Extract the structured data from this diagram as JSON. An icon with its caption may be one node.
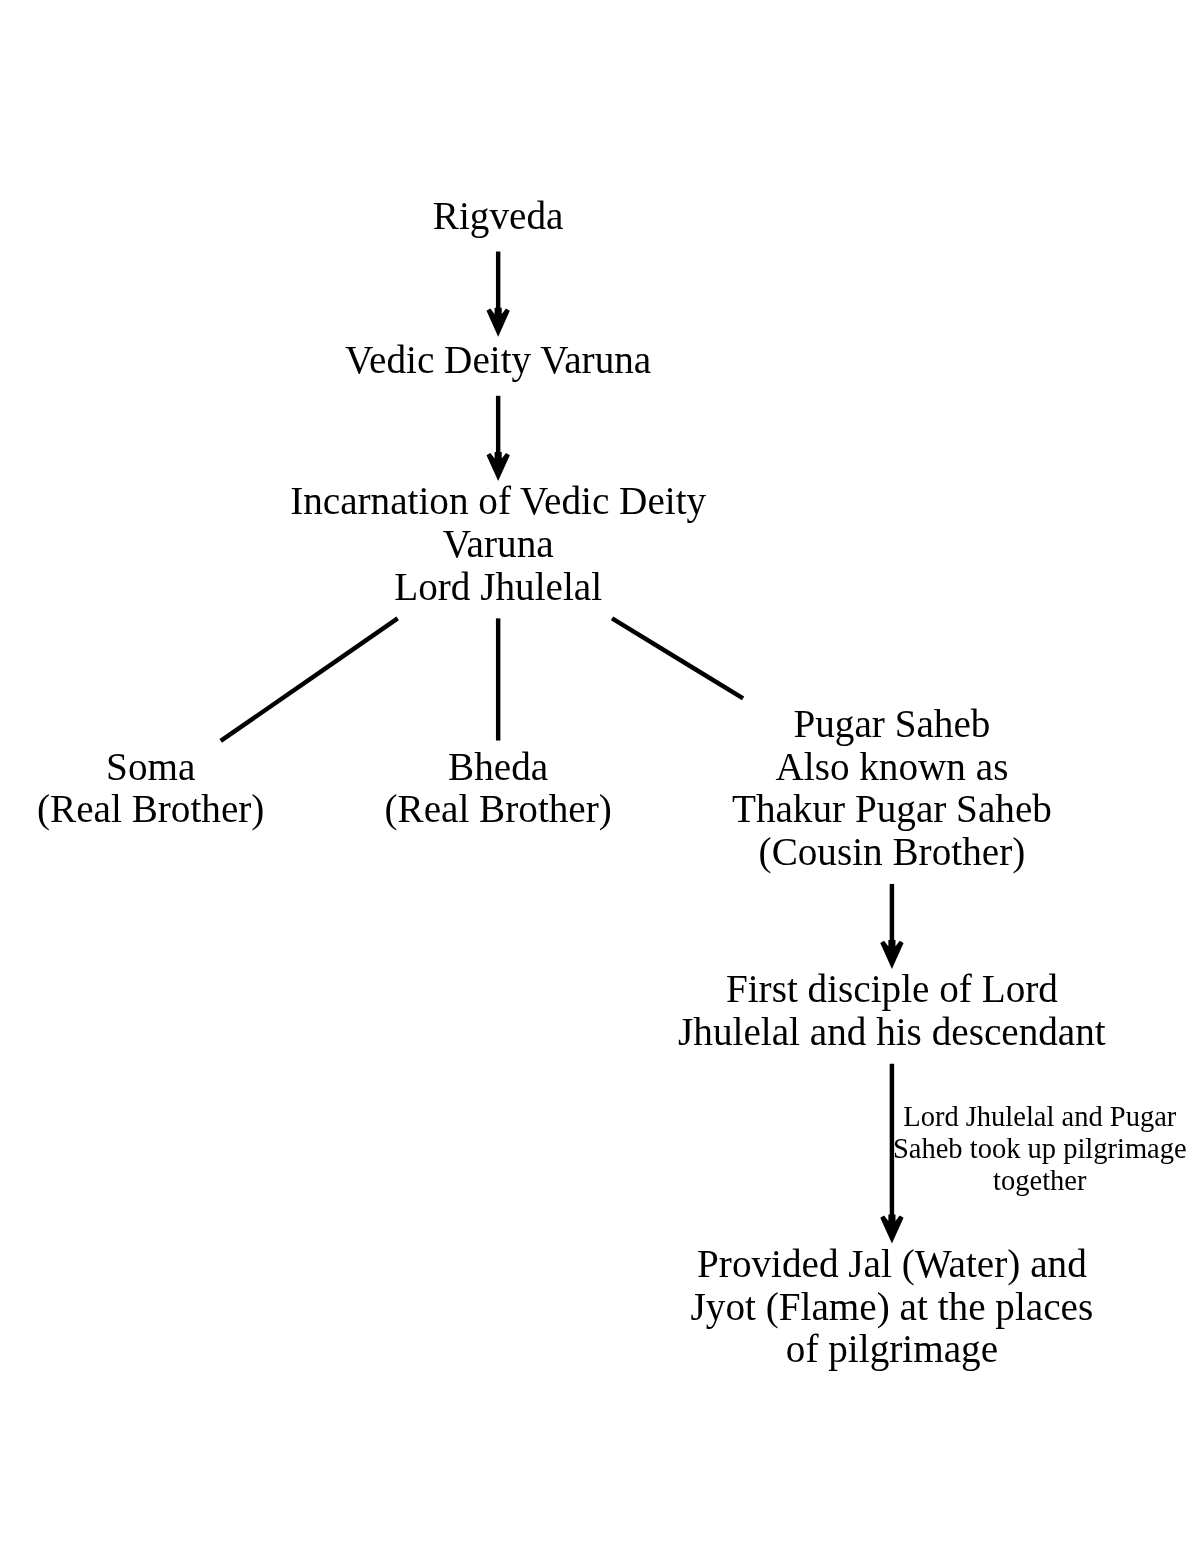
{
  "diagram": {
    "nodes": [
      {
        "text": [
          "Rigveda"
        ]
      },
      {
        "text": [
          "Vedic Deity Varuna"
        ]
      },
      {
        "text": [
          "Incarnation of Vedic Deity Varuna",
          "Lord Jhulelal"
        ]
      },
      {
        "text": [
          "Soma",
          "(Real Brother)"
        ]
      },
      {
        "text": [
          "Bheda",
          "(Real Brother)"
        ]
      },
      {
        "text": [
          "Pugar Saheb",
          "Also known as",
          "Thakur Pugar Saheb",
          "(Cousin Brother)"
        ]
      },
      {
        "text": [
          "First disciple of Lord Jhulelal and his descendant"
        ]
      },
      {
        "text": [
          "Provided Jal (Water) and Jyot (Flame) at the places of pilgrimage"
        ]
      }
    ],
    "edges": [
      {
        "from": 0,
        "to": 1,
        "arrow": "to"
      },
      {
        "from": 1,
        "to": 2,
        "arrow": "to"
      },
      {
        "from": 2,
        "to": 3,
        "arrow": "none"
      },
      {
        "from": 2,
        "to": 4,
        "arrow": "none"
      },
      {
        "from": 2,
        "to": 5,
        "arrow": "none"
      },
      {
        "from": 5,
        "to": 6,
        "arrow": "to"
      },
      {
        "from": 6,
        "to": 7,
        "arrow": "to",
        "label": "Lord Jhulelal and Pugar Saheb took up pilgrimage together"
      }
    ]
  }
}
